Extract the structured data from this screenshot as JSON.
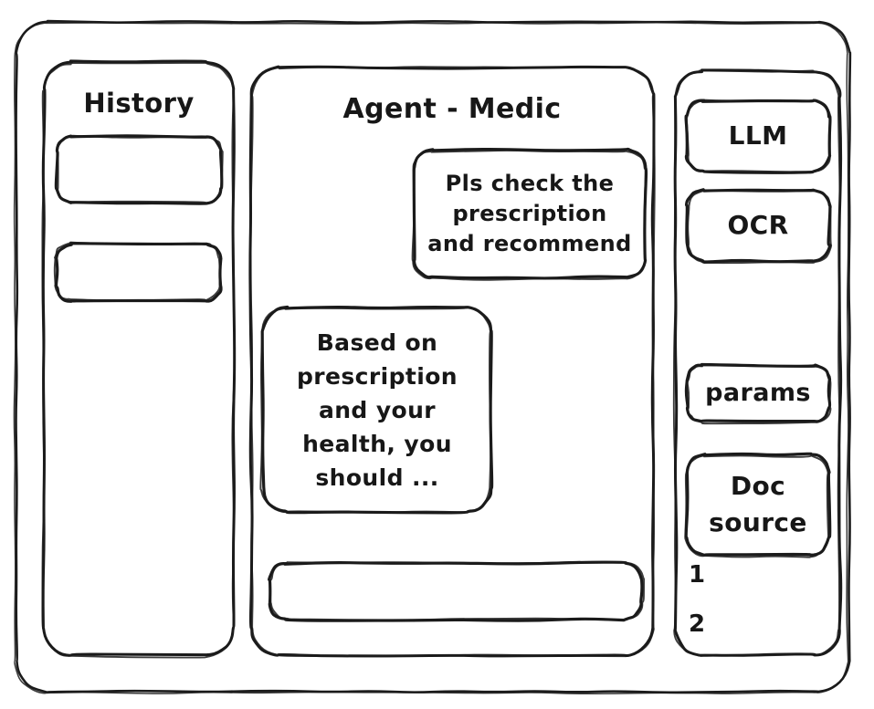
{
  "window": {
    "frame_name": "app-window"
  },
  "sidebar_history": {
    "title": "History",
    "items": [
      {
        "label": ""
      },
      {
        "label": ""
      }
    ]
  },
  "agent": {
    "title": "Agent - Medic",
    "messages": [
      {
        "role": "user",
        "lines": [
          "Pls check the",
          "prescription",
          "and recommend"
        ]
      },
      {
        "role": "assistant",
        "lines": [
          "Based on",
          "prescription",
          "and your",
          "health, you",
          "should ..."
        ]
      }
    ],
    "composer": {
      "value": "",
      "placeholder": ""
    }
  },
  "tools_panel": {
    "cards": [
      {
        "label": "LLM"
      },
      {
        "label": "OCR"
      },
      {
        "label": "params"
      }
    ],
    "doc_source": {
      "line1": "Doc",
      "line2": "source",
      "items": [
        "1",
        "2"
      ]
    }
  },
  "style": {
    "ink": "#1b1b1b",
    "paper": "#ffffff"
  }
}
